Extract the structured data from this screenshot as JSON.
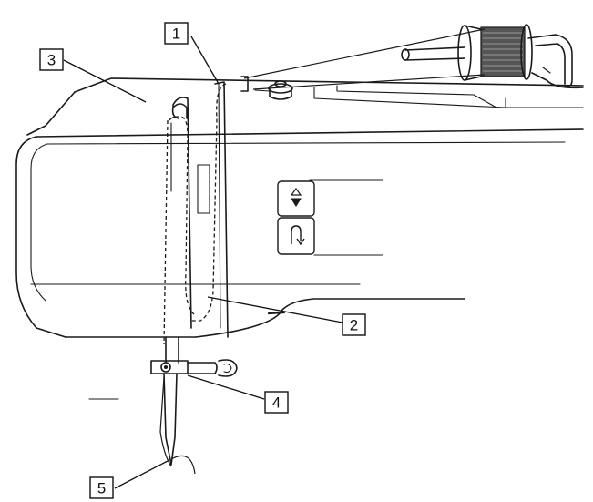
{
  "callouts": [
    {
      "label": "1"
    },
    {
      "label": "2"
    },
    {
      "label": "3"
    },
    {
      "label": "4"
    },
    {
      "label": "5"
    }
  ],
  "buttons": [
    {
      "icon": "needle-up-down-icon"
    },
    {
      "icon": "reverse-stitch-icon"
    }
  ]
}
